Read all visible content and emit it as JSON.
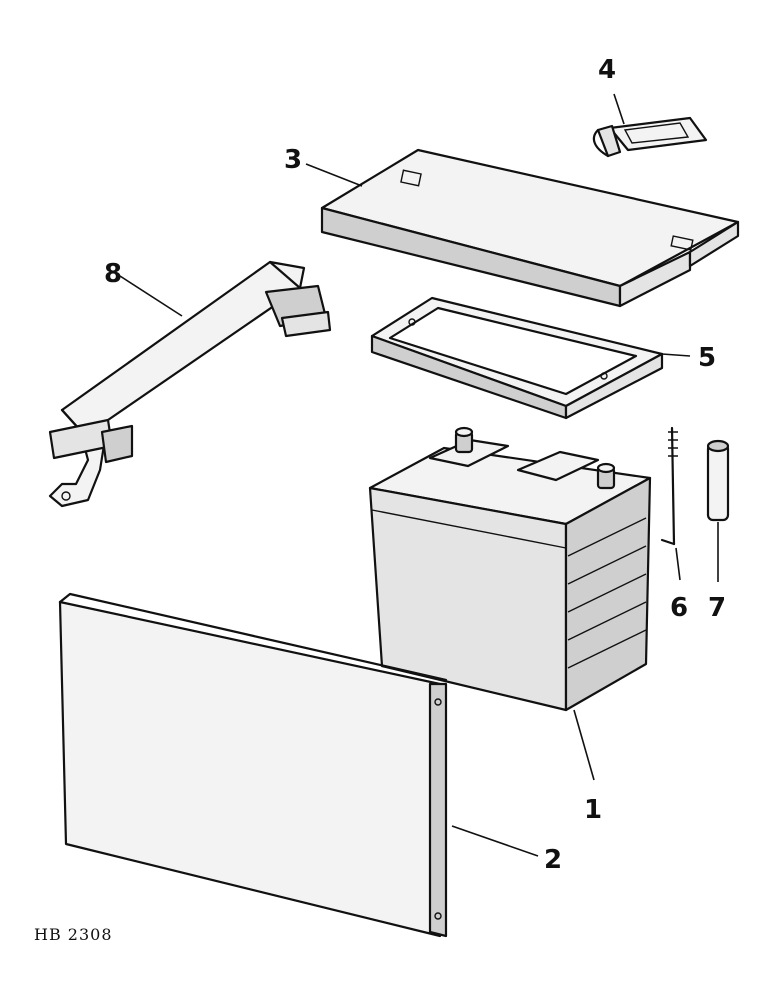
{
  "figure_code": "HB 2308",
  "callouts": [
    "1",
    "2",
    "3",
    "4",
    "5",
    "6",
    "7",
    "8"
  ]
}
